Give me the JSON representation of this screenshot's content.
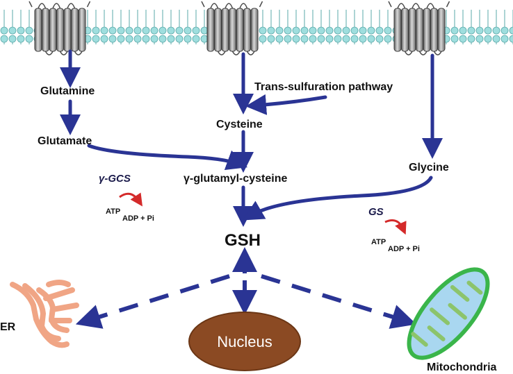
{
  "colors": {
    "arrow": "#2a3494",
    "membrane": "#7fc8c8",
    "membrane_bead": "#9fdede",
    "transporter": "#9a9a9a",
    "reaction_arc": "#d42a2a",
    "nucleus_fill": "#8b4a23",
    "er": "#f0a585",
    "mito_outer": "#3ab54a",
    "mito_inner": "#a9d7f0"
  },
  "labels": {
    "glutamine": "Glutamine",
    "glutamate": "Glutamate",
    "cysteine": "Cysteine",
    "trans_sulfuration": "Trans-sulfuration pathway",
    "glycine": "Glycine",
    "gamma_glutamyl_cysteine": "γ-glutamyl-cysteine",
    "gsh": "GSH",
    "nucleus": "Nucleus",
    "er": "ER",
    "mitochondria": "Mitochondria"
  },
  "enzymes": {
    "gcs": {
      "name": "γ-GCS",
      "atp": "ATP",
      "products": "ADP + Pi"
    },
    "gs": {
      "name": "GS",
      "atp": "ATP",
      "products": "ADP + Pi"
    }
  }
}
